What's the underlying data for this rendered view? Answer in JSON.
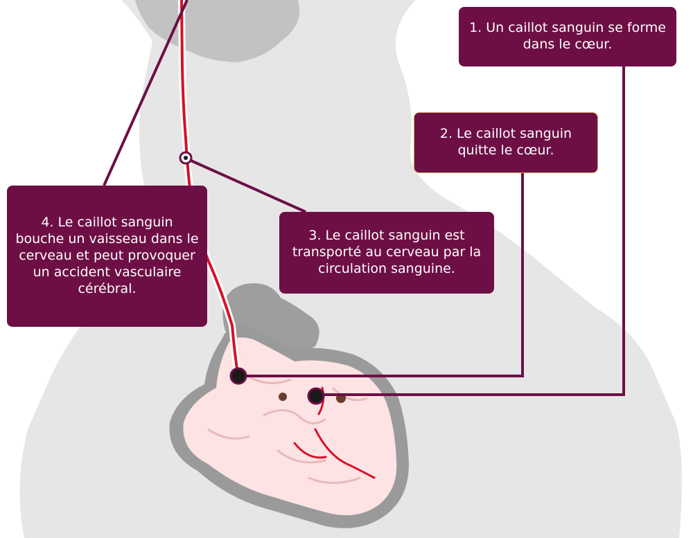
{
  "colors": {
    "callout_bg": "#6d0f45",
    "callout_border": "#d4a44f",
    "silhouette": "#e6e6e6",
    "brain": "#c2c2c2",
    "heart_tissue": "#fde3e3",
    "heart_outline": "#8f8f8f",
    "vessel": "#d6102a",
    "clot": "#1a1a1a"
  },
  "callouts": [
    {
      "id": "1",
      "text": "1. Un caillot sanguin se forme dans le cœur."
    },
    {
      "id": "2",
      "text": "2. Le caillot sanguin quitte le cœur."
    },
    {
      "id": "3",
      "text": "3. Le caillot sanguin est transporté au cerveau par la circulation sanguine."
    },
    {
      "id": "4",
      "text": "4. Le caillot sanguin bouche un vaisseau dans le cerveau et peut provoquer un accident vasculaire cérébral."
    }
  ]
}
